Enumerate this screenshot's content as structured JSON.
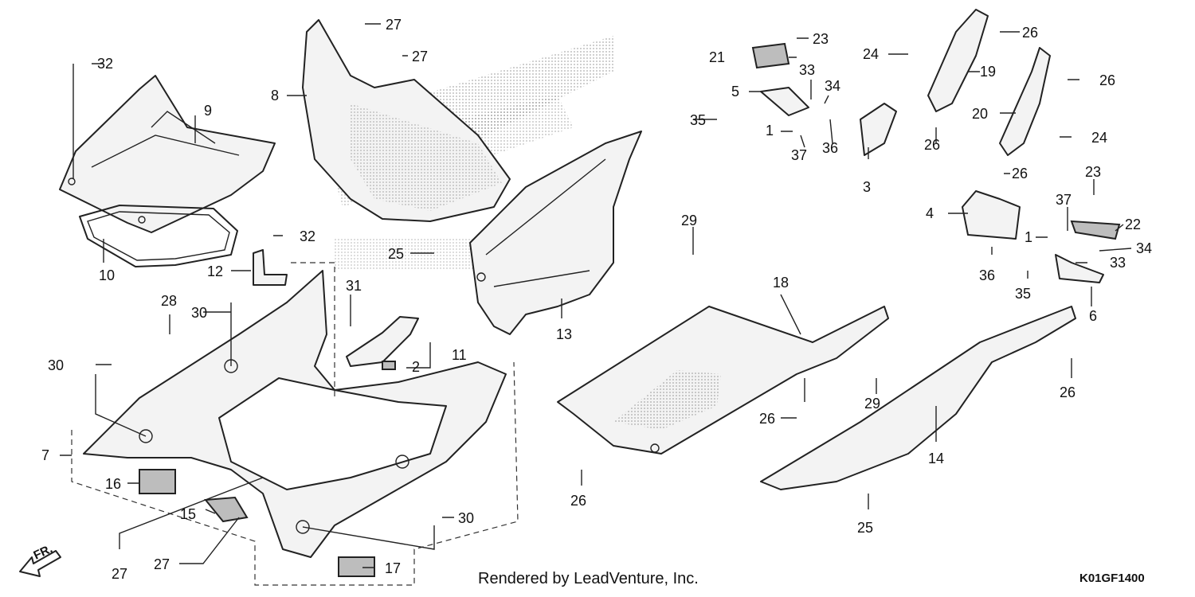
{
  "diagram": {
    "footer": "Rendered by LeadVenture, Inc.",
    "code": "K01GF1400",
    "direction_label": "FR.",
    "callouts": [
      {
        "id": "c32a",
        "text": "32"
      },
      {
        "id": "c9",
        "text": "9"
      },
      {
        "id": "c10",
        "text": "10"
      },
      {
        "id": "c27a",
        "text": "27"
      },
      {
        "id": "c27b",
        "text": "27"
      },
      {
        "id": "c8",
        "text": "8"
      },
      {
        "id": "c32b",
        "text": "32"
      },
      {
        "id": "c12",
        "text": "12"
      },
      {
        "id": "c28",
        "text": "28"
      },
      {
        "id": "c30a",
        "text": "30"
      },
      {
        "id": "c30b",
        "text": "30"
      },
      {
        "id": "c31",
        "text": "31"
      },
      {
        "id": "c25a",
        "text": "25"
      },
      {
        "id": "c11",
        "text": "11"
      },
      {
        "id": "c2",
        "text": "2"
      },
      {
        "id": "c13",
        "text": "13"
      },
      {
        "id": "c7",
        "text": "7"
      },
      {
        "id": "c16",
        "text": "16"
      },
      {
        "id": "c15",
        "text": "15"
      },
      {
        "id": "c27c",
        "text": "27"
      },
      {
        "id": "c27d",
        "text": "27"
      },
      {
        "id": "c30c",
        "text": "30"
      },
      {
        "id": "c17",
        "text": "17"
      },
      {
        "id": "c21",
        "text": "21"
      },
      {
        "id": "c23a",
        "text": "23"
      },
      {
        "id": "c5",
        "text": "5"
      },
      {
        "id": "c33a",
        "text": "33"
      },
      {
        "id": "c34a",
        "text": "34"
      },
      {
        "id": "c35a",
        "text": "35"
      },
      {
        "id": "c1a",
        "text": "1"
      },
      {
        "id": "c37a",
        "text": "37"
      },
      {
        "id": "c36a",
        "text": "36"
      },
      {
        "id": "c3",
        "text": "3"
      },
      {
        "id": "c24a",
        "text": "24"
      },
      {
        "id": "c26a",
        "text": "26"
      },
      {
        "id": "c19",
        "text": "19"
      },
      {
        "id": "c26b",
        "text": "26"
      },
      {
        "id": "c20",
        "text": "20"
      },
      {
        "id": "c24b",
        "text": "24"
      },
      {
        "id": "c26c",
        "text": "26"
      },
      {
        "id": "c26d",
        "text": "26"
      },
      {
        "id": "c23b",
        "text": "23"
      },
      {
        "id": "c4",
        "text": "4"
      },
      {
        "id": "c37b",
        "text": "37"
      },
      {
        "id": "c22",
        "text": "22"
      },
      {
        "id": "c1b",
        "text": "1"
      },
      {
        "id": "c34b",
        "text": "34"
      },
      {
        "id": "c33b",
        "text": "33"
      },
      {
        "id": "c36b",
        "text": "36"
      },
      {
        "id": "c35b",
        "text": "35"
      },
      {
        "id": "c6",
        "text": "6"
      },
      {
        "id": "c29a",
        "text": "29"
      },
      {
        "id": "c18",
        "text": "18"
      },
      {
        "id": "c29b",
        "text": "29"
      },
      {
        "id": "c26e",
        "text": "26"
      },
      {
        "id": "c26f",
        "text": "26"
      },
      {
        "id": "c14",
        "text": "14"
      },
      {
        "id": "c26g",
        "text": "26"
      },
      {
        "id": "c25b",
        "text": "25"
      }
    ]
  }
}
